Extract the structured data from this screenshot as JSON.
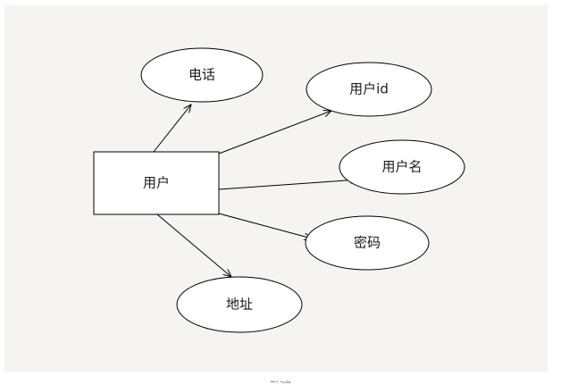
{
  "diagram": {
    "entity": {
      "label": "用户"
    },
    "attributes": [
      {
        "id": "phone",
        "label": "电话"
      },
      {
        "id": "user-id",
        "label": "用户id"
      },
      {
        "id": "username",
        "label": "用户名"
      },
      {
        "id": "password",
        "label": "密码"
      },
      {
        "id": "address",
        "label": "地址"
      }
    ],
    "caption": "ER图"
  },
  "colors": {
    "canvas_background": "#f5f4f1",
    "shape_fill": "#ffffff",
    "stroke": "#000000"
  }
}
